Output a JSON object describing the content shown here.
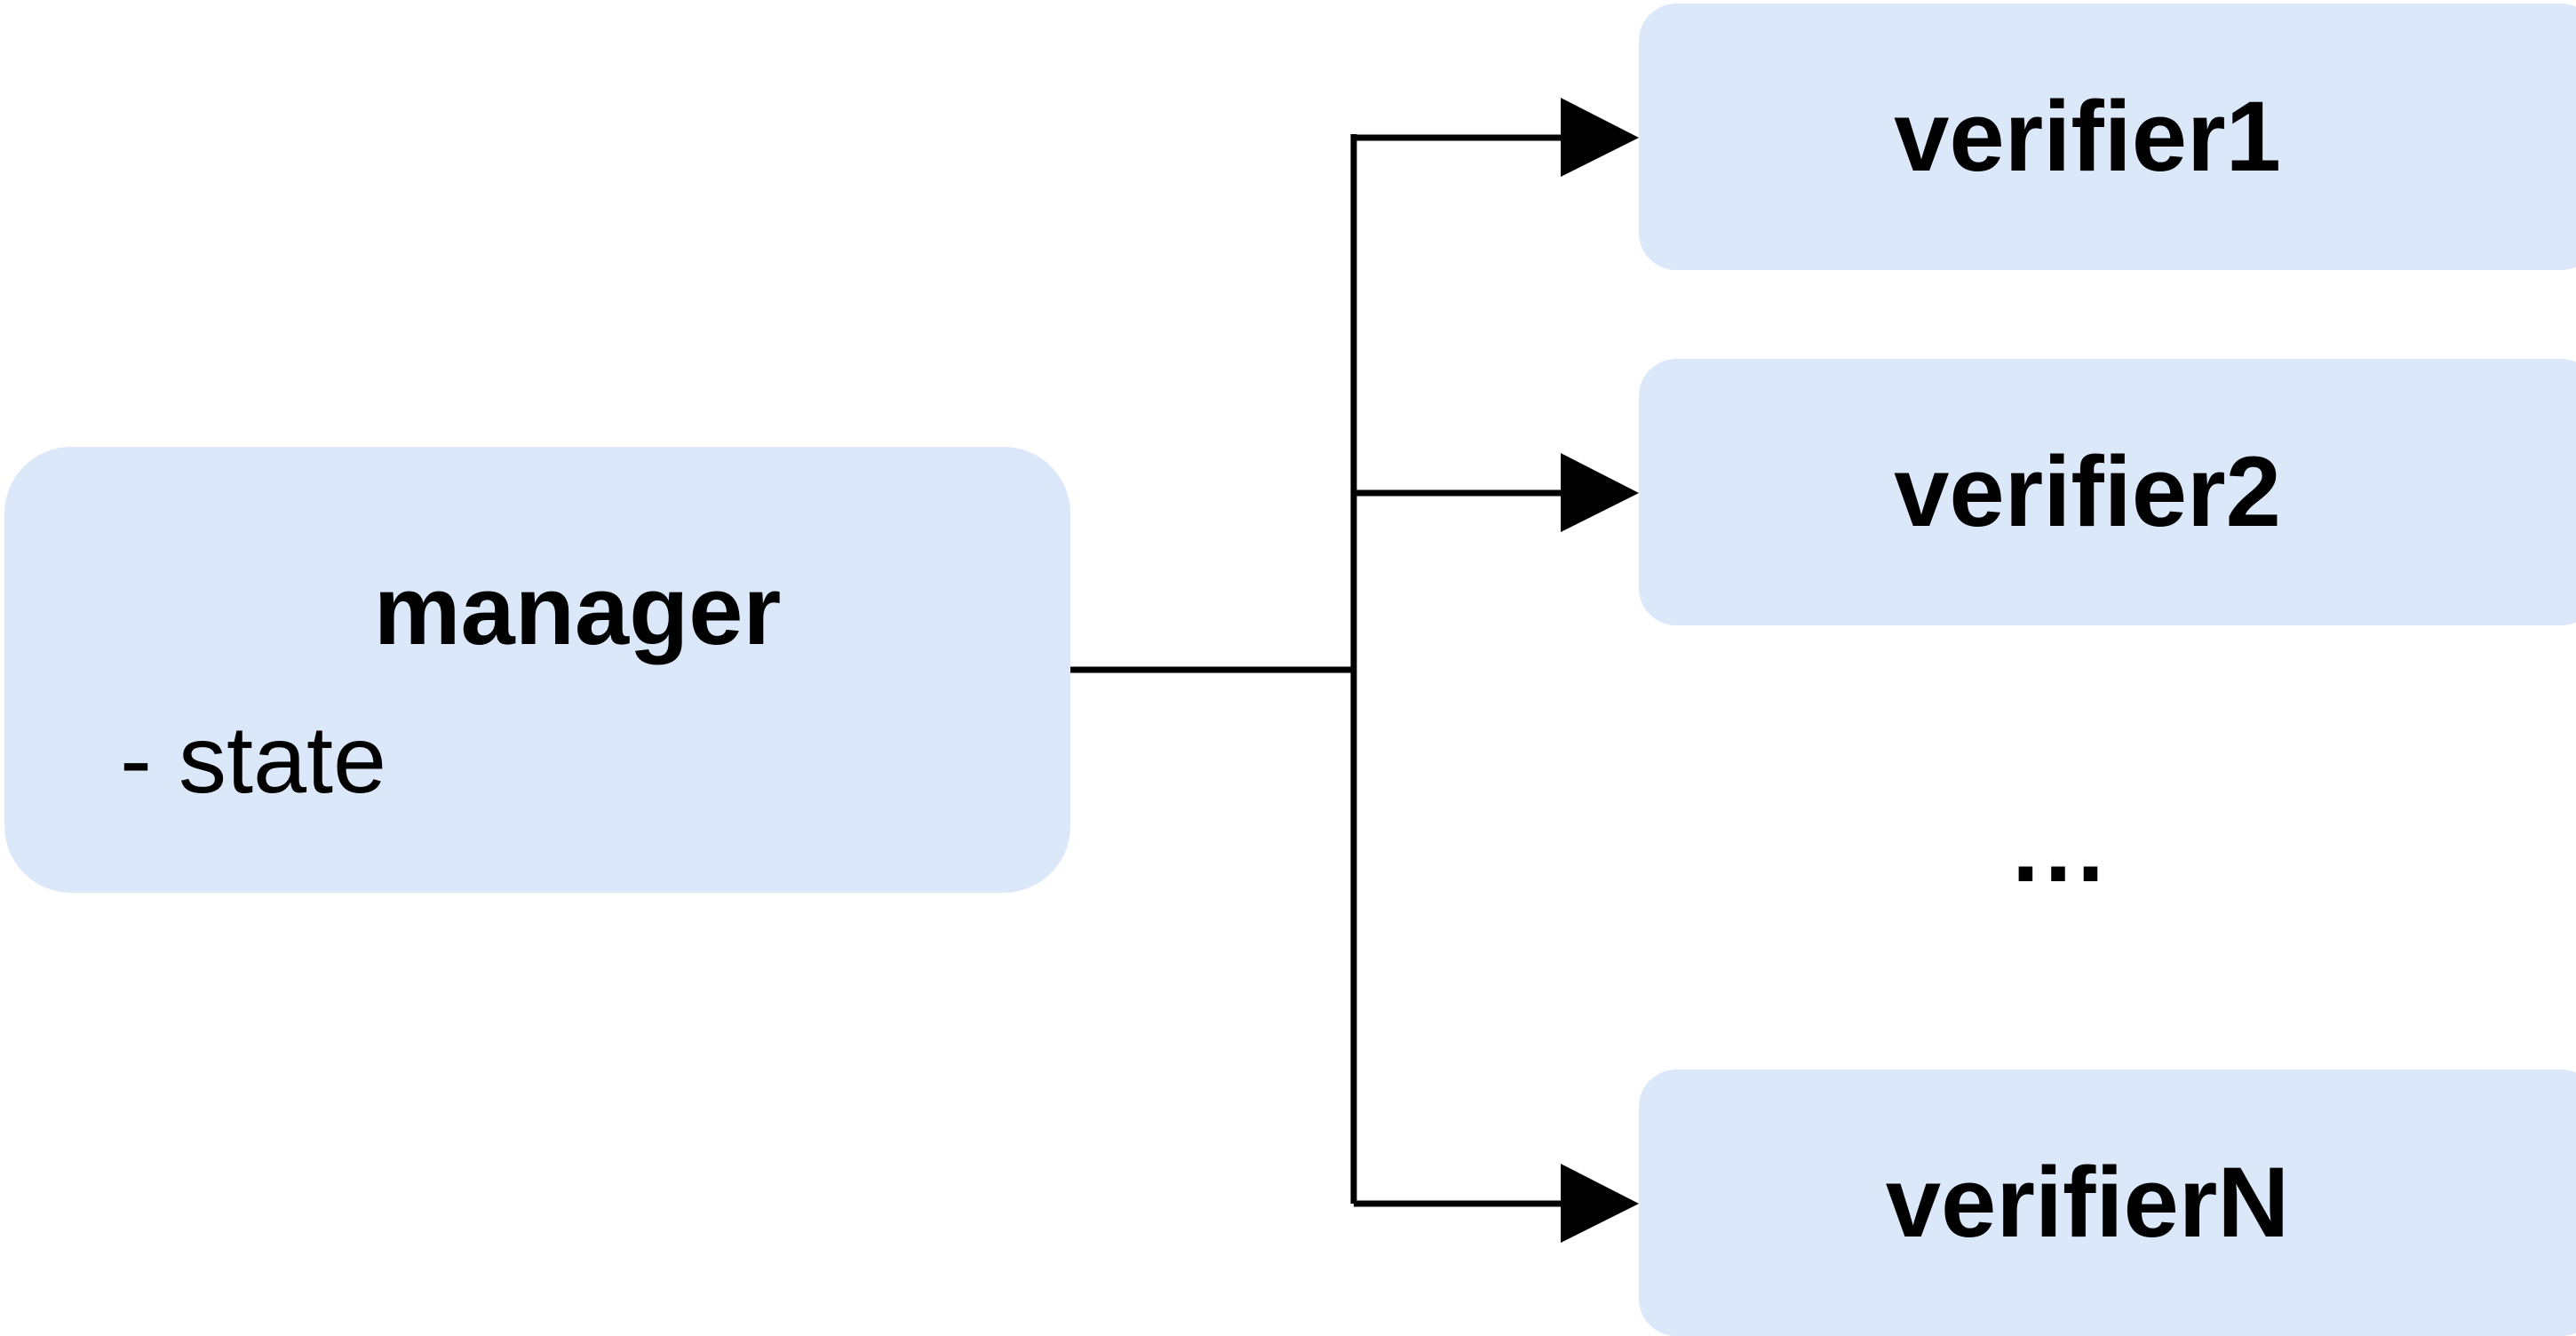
{
  "manager": {
    "title": "manager",
    "attribute": "- state"
  },
  "verifiers": [
    {
      "label": "verifier1"
    },
    {
      "label": "verifier2"
    },
    {
      "label": "verifierN"
    }
  ],
  "ellipsis": "...",
  "colors": {
    "node_fill": "#dae8fa",
    "line": "#000000"
  }
}
